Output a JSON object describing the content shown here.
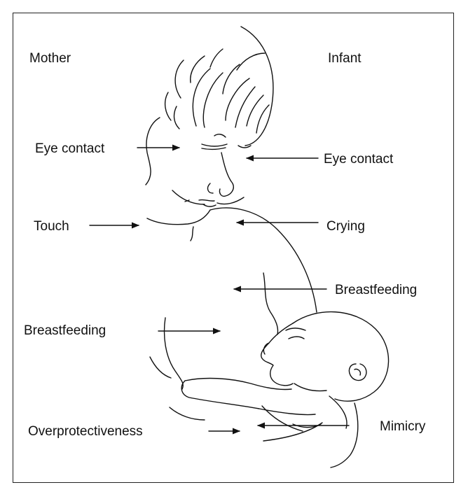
{
  "headers": {
    "left": "Mother",
    "right": "Infant"
  },
  "mother_labels": {
    "eye_contact": "Eye contact",
    "touch": "Touch",
    "breastfeeding": "Breastfeeding",
    "overprotectiveness": "Overprotectiveness"
  },
  "infant_labels": {
    "eye_contact": "Eye contact",
    "crying": "Crying",
    "breastfeeding": "Breastfeeding",
    "mimicry": "Mimicry"
  },
  "colors": {
    "ink": "#111111",
    "border": "#222222",
    "background": "#ffffff"
  }
}
